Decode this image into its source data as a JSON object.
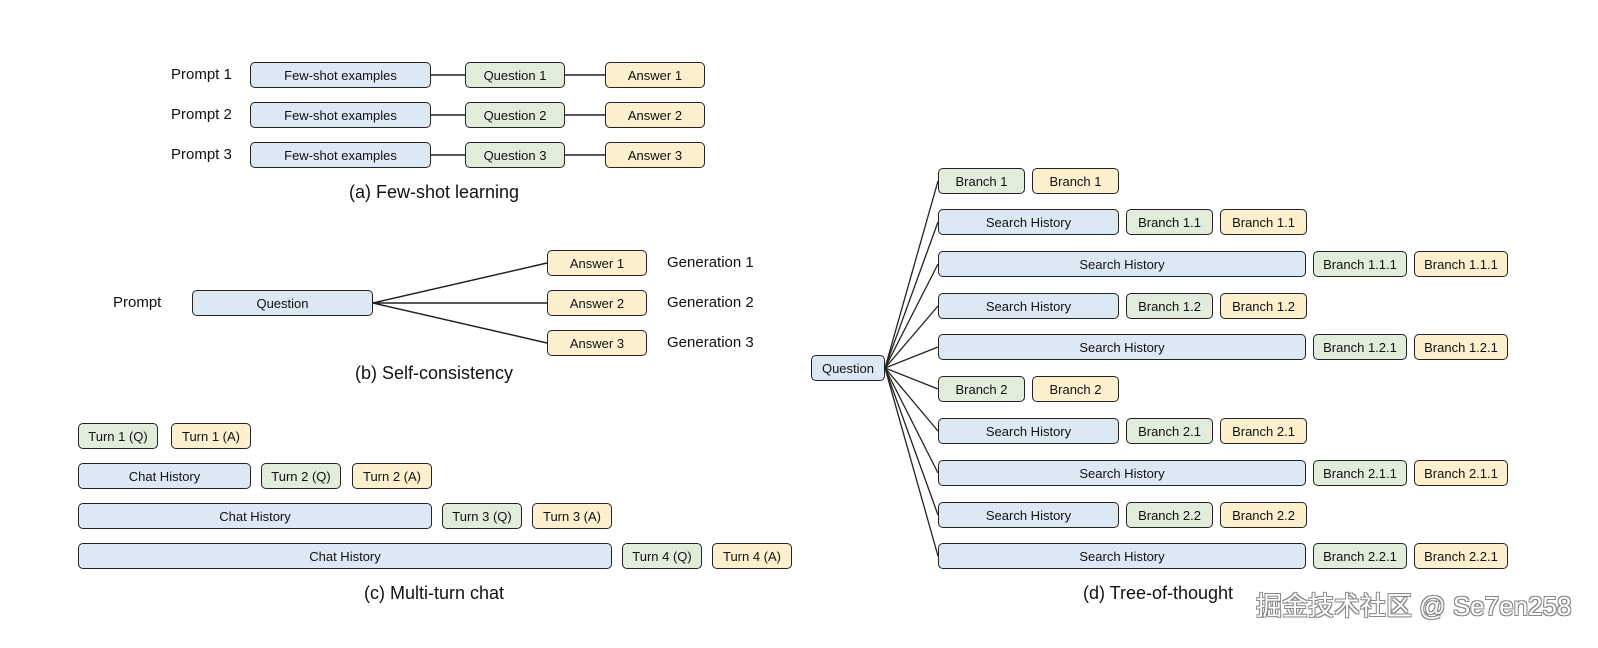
{
  "colors": {
    "context": "#dde8f5",
    "question": "#e1ecdb",
    "answer": "#fdf0cf",
    "border": "#222222"
  },
  "few_shot": {
    "caption": "(a) Few-shot learning",
    "rows": [
      {
        "prompt": "Prompt 1",
        "examples": "Few-shot examples",
        "question": "Question 1",
        "answer": "Answer 1"
      },
      {
        "prompt": "Prompt 2",
        "examples": "Few-shot examples",
        "question": "Question 2",
        "answer": "Answer 2"
      },
      {
        "prompt": "Prompt 3",
        "examples": "Few-shot examples",
        "question": "Question 3",
        "answer": "Answer 3"
      }
    ]
  },
  "self_consistency": {
    "caption": "(b) Self-consistency",
    "prompt_label": "Prompt",
    "question": "Question",
    "answers": [
      {
        "answer": "Answer 1",
        "generation": "Generation 1"
      },
      {
        "answer": "Answer 2",
        "generation": "Generation 2"
      },
      {
        "answer": "Answer 3",
        "generation": "Generation 3"
      }
    ]
  },
  "multi_turn": {
    "caption": "(c) Multi-turn chat",
    "history_label": "Chat History",
    "rows": [
      {
        "q": "Turn 1 (Q)",
        "a": "Turn 1 (A)"
      },
      {
        "q": "Turn 2 (Q)",
        "a": "Turn 2 (A)"
      },
      {
        "q": "Turn 3 (Q)",
        "a": "Turn 3 (A)"
      },
      {
        "q": "Turn 4 (Q)",
        "a": "Turn 4 (A)"
      }
    ]
  },
  "tree_of_thought": {
    "caption": "(d) Tree-of-thought",
    "root": "Question",
    "history_label": "Search History",
    "rows": [
      {
        "q": "Branch 1",
        "a": "Branch 1"
      },
      {
        "q": "Branch 1.1",
        "a": "Branch 1.1"
      },
      {
        "q": "Branch 1.1.1",
        "a": "Branch 1.1.1"
      },
      {
        "q": "Branch 1.2",
        "a": "Branch 1.2"
      },
      {
        "q": "Branch 1.2.1",
        "a": "Branch 1.2.1"
      },
      {
        "q": "Branch 2",
        "a": "Branch 2"
      },
      {
        "q": "Branch 2.1",
        "a": "Branch 2.1"
      },
      {
        "q": "Branch 2.1.1",
        "a": "Branch 2.1.1"
      },
      {
        "q": "Branch 2.2",
        "a": "Branch 2.2"
      },
      {
        "q": "Branch 2.2.1",
        "a": "Branch 2.2.1"
      }
    ]
  },
  "watermark": "掘金技术社区 @ Se7en258"
}
